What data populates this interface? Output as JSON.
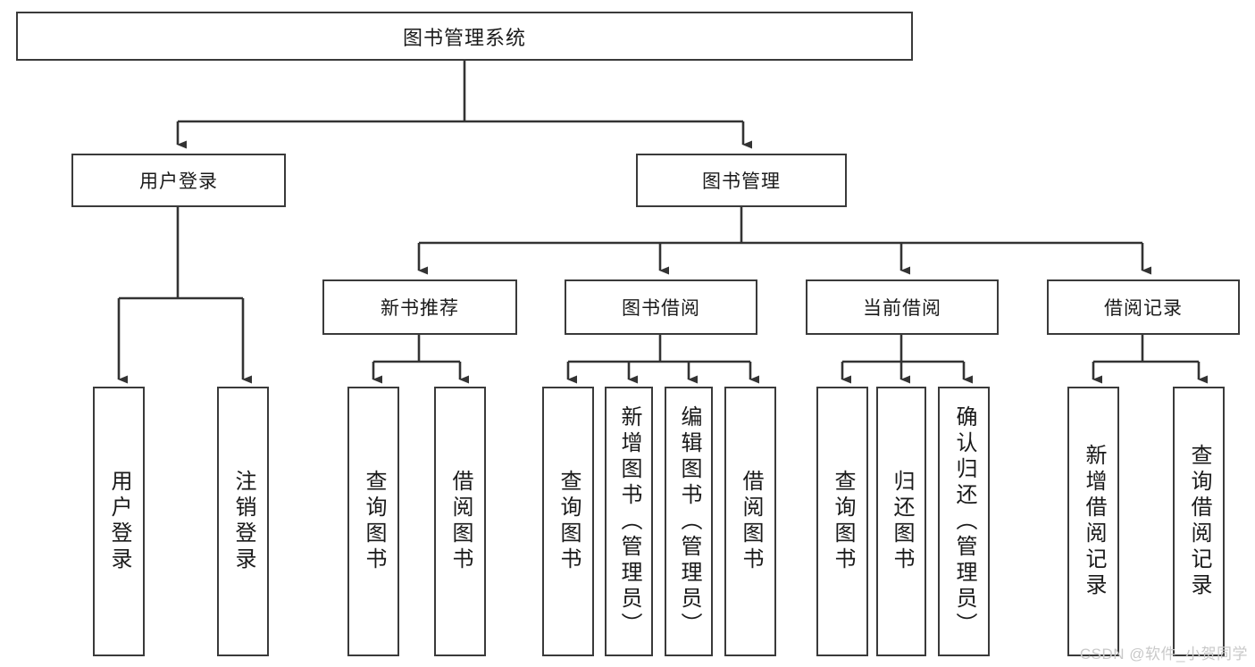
{
  "diagram": {
    "title": "图书管理系统",
    "watermark": "CSDN @软件_小贺同学",
    "colors": {
      "box_border": "#3a3a3a",
      "box_fill": "#ffffff",
      "connector": "#333333",
      "text": "#1a1a1a",
      "watermark": "#c9c9c9"
    },
    "nodes": {
      "root": {
        "label": "图书管理系统"
      },
      "level1": [
        {
          "id": "user-login",
          "label": "用户登录"
        },
        {
          "id": "book-management",
          "label": "图书管理"
        }
      ],
      "level2": [
        {
          "id": "new-book-recommend",
          "label": "新书推荐"
        },
        {
          "id": "book-borrow",
          "label": "图书借阅"
        },
        {
          "id": "current-borrow",
          "label": "当前借阅"
        },
        {
          "id": "borrow-record",
          "label": "借阅记录"
        }
      ],
      "leaves": {
        "user_login": [
          {
            "id": "leaf-user-login",
            "label": "用户登录"
          },
          {
            "id": "leaf-logout-login",
            "label": "注销登录"
          }
        ],
        "new_book_recommend": [
          {
            "id": "leaf-query-book-1",
            "label": "查询图书"
          },
          {
            "id": "leaf-borrow-book-1",
            "label": "借阅图书"
          }
        ],
        "book_borrow": [
          {
            "id": "leaf-query-book-2",
            "label": "查询图书"
          },
          {
            "id": "leaf-add-book",
            "label": "新增图书（管理员）"
          },
          {
            "id": "leaf-edit-book",
            "label": "编辑图书（管理员）"
          },
          {
            "id": "leaf-borrow-book-2",
            "label": "借阅图书"
          }
        ],
        "current_borrow": [
          {
            "id": "leaf-query-book-3",
            "label": "查询图书"
          },
          {
            "id": "leaf-return-book",
            "label": "归还图书"
          },
          {
            "id": "leaf-confirm-return",
            "label": "确认归还（管理员）"
          }
        ],
        "borrow_record": [
          {
            "id": "leaf-add-record",
            "label": "新增借阅记录"
          },
          {
            "id": "leaf-query-record",
            "label": "查询借阅记录"
          }
        ]
      }
    }
  }
}
